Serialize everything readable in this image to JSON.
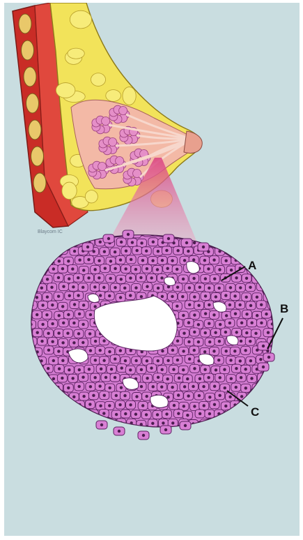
{
  "diagram": {
    "credit_text": "Blaycom IC",
    "labels": {
      "a": "A",
      "b": "B",
      "c": "C"
    }
  },
  "colors": {
    "background": "#c9dde0",
    "fat": "#f2e35a",
    "muscle": "#d8312a",
    "skin": "#f3b9a6",
    "lobule": "#e58fc8",
    "duct_cells": "#c25fbf",
    "outline": "#4b1d4f"
  }
}
